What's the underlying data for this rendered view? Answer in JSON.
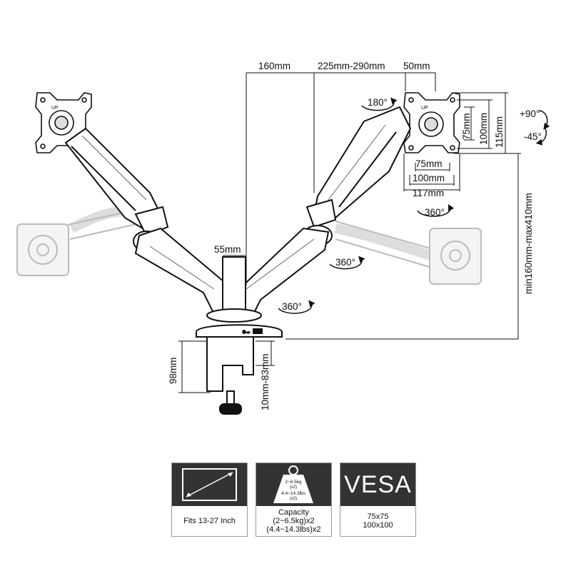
{
  "dimensions": {
    "top_160": "160mm",
    "top_225_290": "225mm-290mm",
    "top_50": "50mm",
    "pole_55": "55mm",
    "vesa_75w": "75mm",
    "vesa_100w": "100mm",
    "vesa_117w": "117mm",
    "vesa_75h": "75mm",
    "vesa_100h": "100mm",
    "vesa_115h": "115mm",
    "height_range": "min160mm-max410mm",
    "clamp_98": "98mm",
    "clamp_10_83": "10mm-83mm"
  },
  "rotations": {
    "r180": "180",
    "r360_right": "360",
    "r360_mid": "360",
    "r360_base": "360",
    "tilt_up": "+90",
    "tilt_down": "-45",
    "degree": "°"
  },
  "plate_label": "UP",
  "cards": [
    {
      "caption": "Fits 13-27 Inch"
    },
    {
      "weight_top": "2~6.5kg",
      "weight_top_x": "(x2)",
      "weight_bottom": "4.4~14.3lbs",
      "weight_bottom_x": "(x2)",
      "caption_1": "Capacity",
      "caption_2": "(2~6.5kg)x2",
      "caption_3": "(4.4~14.3lbs)x2"
    },
    {
      "big": "VESA",
      "caption_1": "75x75",
      "caption_2": "100x100"
    }
  ],
  "colors": {
    "ink": "#111111",
    "card_bg": "#333333",
    "ghost": "#bbbbbb"
  }
}
